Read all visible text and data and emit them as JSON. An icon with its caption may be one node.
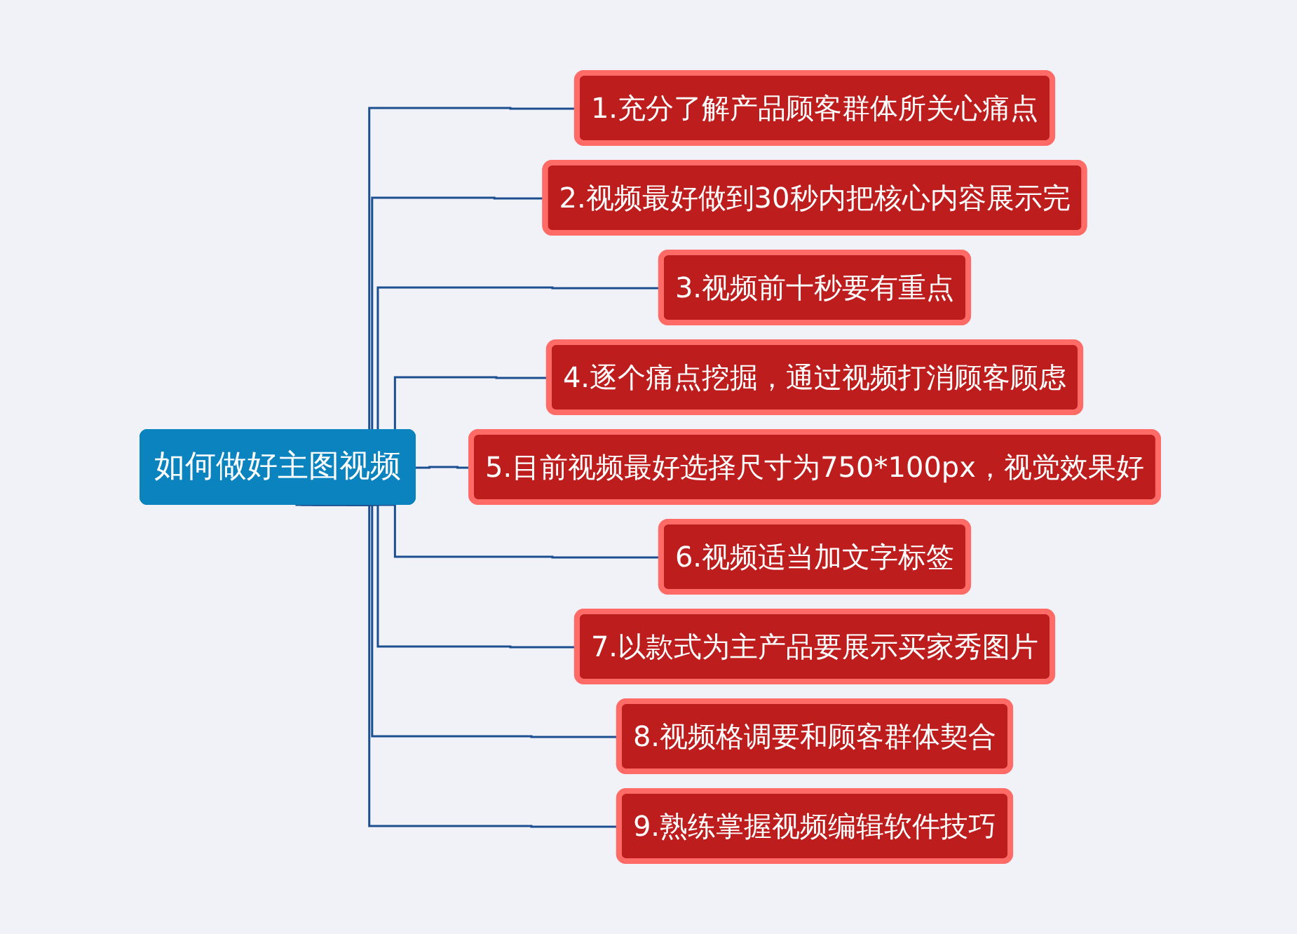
{
  "diagram": {
    "nodes": [
      {
        "text": [
          "如何做好主图视频"
        ]
      },
      {
        "text": [
          "1.充分了解产品顾客群体所关心痛点"
        ]
      },
      {
        "text": [
          "2.视频最好做到30秒内把核心内容展示完"
        ]
      },
      {
        "text": [
          "3.视频前十秒要有重点"
        ]
      },
      {
        "text": [
          "4.逐个痛点挖掘，通过视频打消顾客顾虑"
        ]
      },
      {
        "text": [
          "5.目前视频最好选择尺寸为750*100px，视觉效果好"
        ]
      },
      {
        "text": [
          "6.视频适当加文字标签"
        ]
      },
      {
        "text": [
          "7.以款式为主产品要展示买家秀图片"
        ]
      },
      {
        "text": [
          "8.视频格调要和顾客群体契合"
        ]
      },
      {
        "text": [
          "9.熟练掌握视频编辑软件技巧"
        ]
      }
    ],
    "edges": [
      {
        "from": 0,
        "to": 1,
        "arrow": "none"
      },
      {
        "from": 0,
        "to": 2,
        "arrow": "none"
      },
      {
        "from": 0,
        "to": 3,
        "arrow": "none"
      },
      {
        "from": 0,
        "to": 4,
        "arrow": "none"
      },
      {
        "from": 0,
        "to": 5,
        "arrow": "none"
      },
      {
        "from": 0,
        "to": 6,
        "arrow": "none"
      },
      {
        "from": 0,
        "to": 7,
        "arrow": "none"
      },
      {
        "from": 0,
        "to": 8,
        "arrow": "none"
      },
      {
        "from": 0,
        "to": 9,
        "arrow": "none"
      }
    ]
  }
}
